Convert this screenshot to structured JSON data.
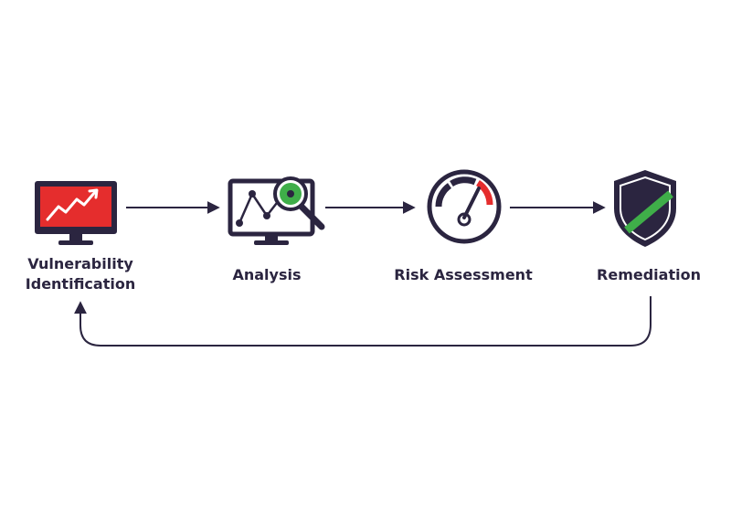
{
  "colors": {
    "dark": "#2b2540",
    "red": "#e52d2d",
    "green": "#3fae49",
    "white": "#ffffff",
    "arrow": "#2b2540"
  },
  "steps": [
    {
      "label_lines": [
        "Vulnerability",
        "Identification"
      ],
      "icon": "monitor-trend-icon"
    },
    {
      "label_lines": [
        "Analysis"
      ],
      "icon": "monitor-magnifier-icon"
    },
    {
      "label_lines": [
        "Risk Assessment"
      ],
      "icon": "gauge-icon"
    },
    {
      "label_lines": [
        "Remediation"
      ],
      "icon": "shield-icon"
    }
  ]
}
